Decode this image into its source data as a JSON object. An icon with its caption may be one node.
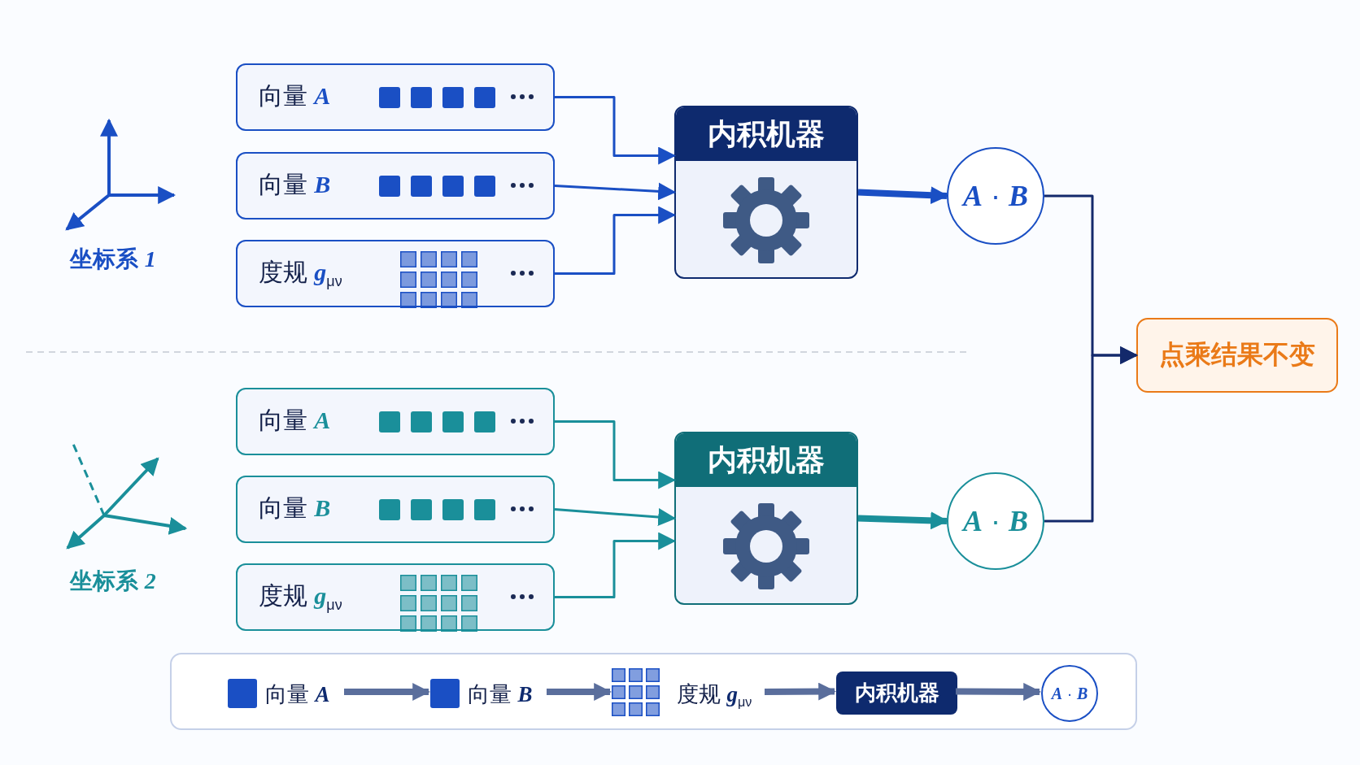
{
  "diagram": {
    "nodes": [
      {
        "text": [
          "向量 *A*"
        ]
      },
      {
        "text": [
          "向量 *B*"
        ]
      },
      {
        "text": [
          "度规 *g*$_{μν}$"
        ]
      },
      {
        "text": [
          "内积机器"
        ]
      },
      {
        "text": [
          "*A* · *B*"
        ]
      },
      {
        "text": [
          "向量 *A*"
        ]
      },
      {
        "text": [
          "向量 *B*"
        ]
      },
      {
        "text": [
          "度规 *g*$_{μν}$"
        ]
      },
      {
        "text": [
          "内积机器"
        ]
      },
      {
        "text": [
          "*A* · *B*"
        ]
      },
      {
        "text": [
          "点乘结果不变"
        ]
      },
      {
        "text": [],
        "shape": "box"
      },
      {
        "text": [
          "向量 *A*"
        ],
        "in": 11
      },
      {
        "text": [
          "向量 *B*"
        ],
        "in": 11
      },
      {
        "text": [
          "度规 *g*$_{μν}$"
        ],
        "in": 11
      },
      {
        "text": [
          "内积机器"
        ],
        "in": 11
      },
      {
        "text": [
          "*A* · *B*"
        ],
        "in": 11
      }
    ],
    "edges": [
      {
        "from": 0,
        "to": 3,
        "arrow": "to",
        "color": "#1a4fc4"
      },
      {
        "from": 1,
        "to": 3,
        "arrow": "to",
        "color": "#1a4fc4"
      },
      {
        "from": 2,
        "to": 3,
        "arrow": "to",
        "color": "#1a4fc4"
      },
      {
        "from": 3,
        "to": 4,
        "arrow": "to",
        "style": "thick",
        "color": "#1a4fc4"
      },
      {
        "from": 5,
        "to": 8,
        "arrow": "to",
        "color": "#1a8f9a"
      },
      {
        "from": 6,
        "to": 8,
        "arrow": "to",
        "color": "#1a8f9a"
      },
      {
        "from": 7,
        "to": 8,
        "arrow": "to",
        "color": "#1a8f9a"
      },
      {
        "from": 8,
        "to": 9,
        "arrow": "to",
        "style": "thick",
        "color": "#1a8f9a"
      },
      {
        "from": 4,
        "to": 10,
        "arrow": "to",
        "color": "#13296b"
      },
      {
        "from": 9,
        "to": 10,
        "arrow": "to",
        "color": "#13296b"
      },
      {
        "from": 12,
        "to": 13,
        "arrow": "to",
        "style": "thick",
        "color": "#5a6e9c"
      },
      {
        "from": 13,
        "to": 14,
        "arrow": "to",
        "style": "thick",
        "color": "#5a6e9c"
      },
      {
        "from": 14,
        "to": 15,
        "arrow": "to",
        "style": "thick",
        "color": "#5a6e9c"
      },
      {
        "from": 15,
        "to": 16,
        "arrow": "to",
        "style": "thick",
        "color": "#5a6e9c"
      }
    ],
    "labels": [
      "坐标系 *1*",
      "坐标系 *2*"
    ]
  }
}
